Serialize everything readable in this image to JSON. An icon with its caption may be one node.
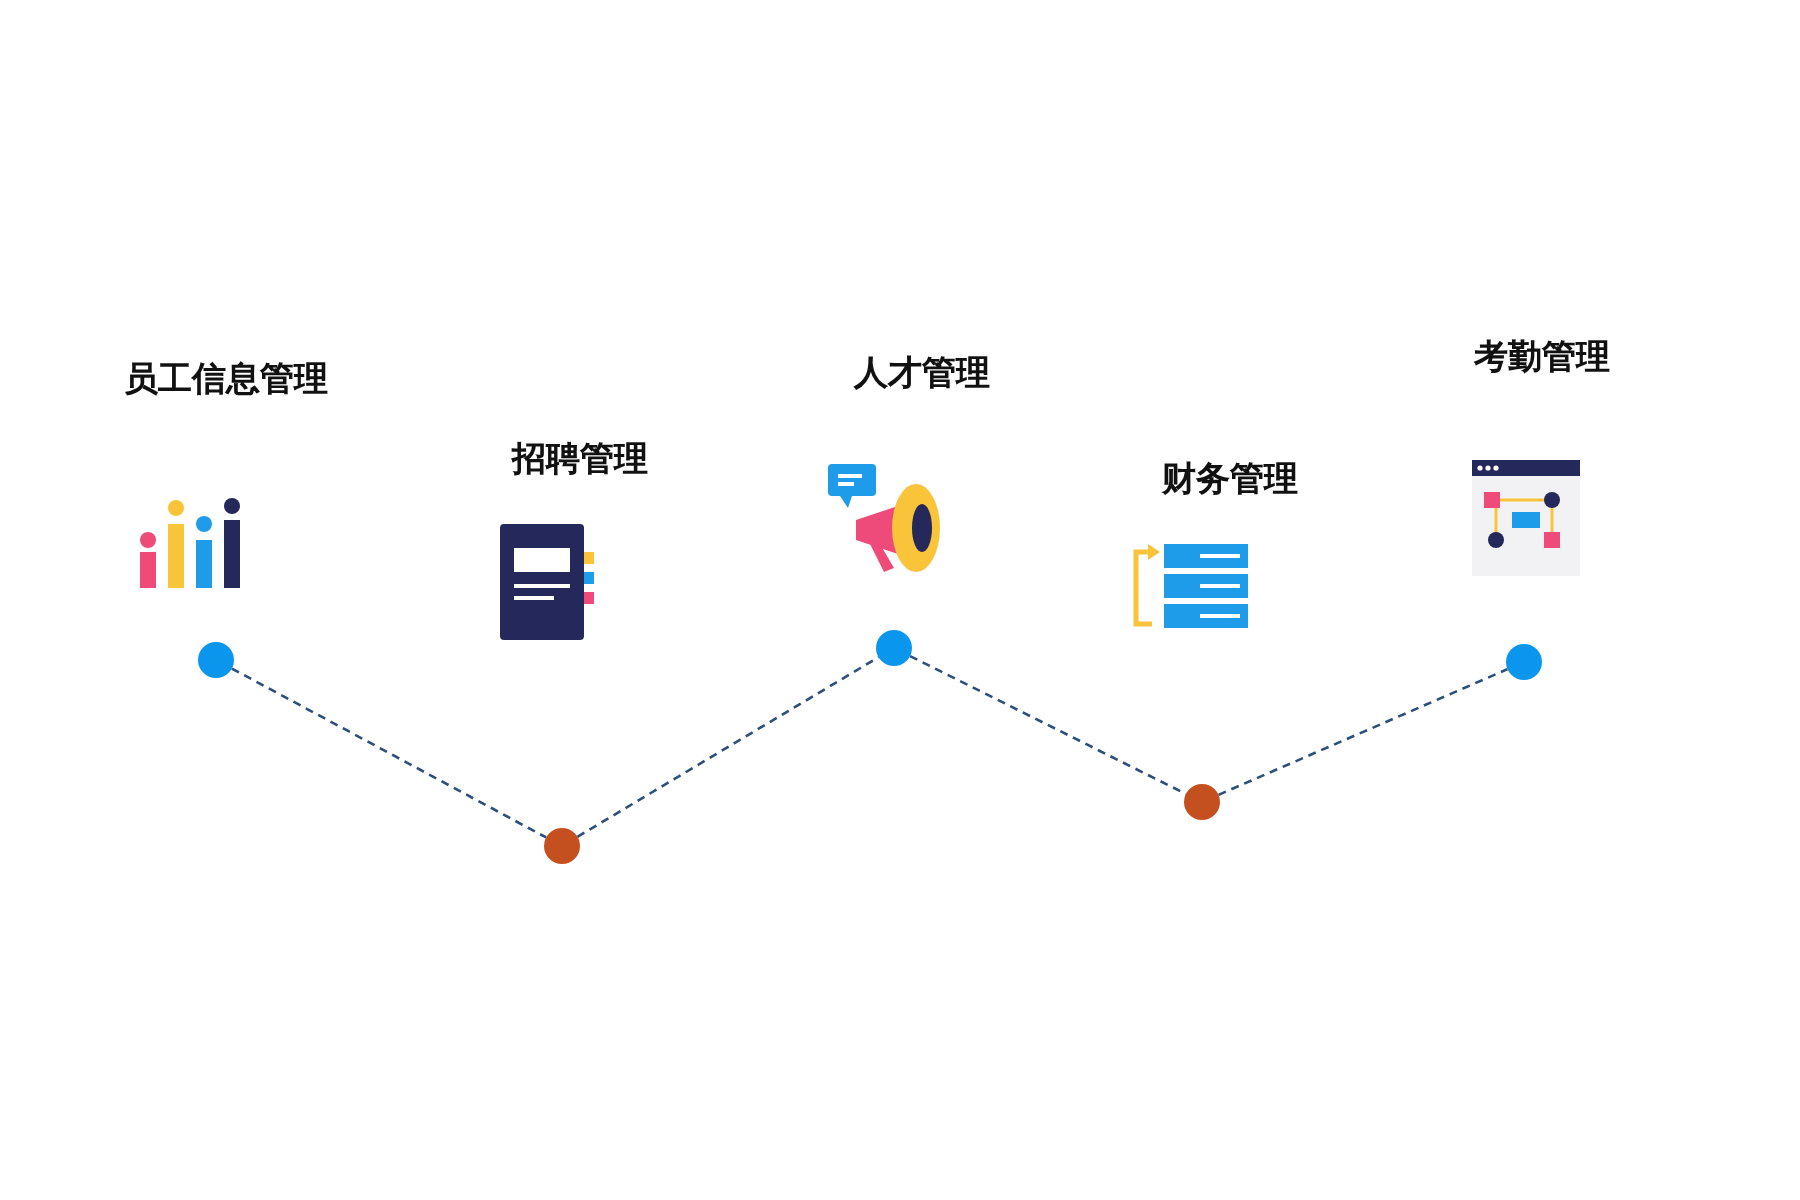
{
  "diagram": {
    "nodes": [
      {
        "text": [],
        "shape": "circle"
      },
      {
        "text": [],
        "shape": "circle"
      },
      {
        "text": [],
        "shape": "circle"
      },
      {
        "text": [],
        "shape": "circle"
      },
      {
        "text": [],
        "shape": "circle"
      }
    ],
    "edges": [
      {
        "from": 0,
        "to": 1,
        "arrow": "none",
        "style": "dashed"
      },
      {
        "from": 1,
        "to": 2,
        "arrow": "none",
        "style": "dashed"
      },
      {
        "from": 2,
        "to": 3,
        "arrow": "none",
        "style": "dashed"
      },
      {
        "from": 3,
        "to": 4,
        "arrow": "none",
        "style": "dashed"
      }
    ],
    "labels": [
      "考勤管理",
      "人才管理",
      "员工信息管理",
      "招聘管理",
      "财务管理"
    ]
  }
}
